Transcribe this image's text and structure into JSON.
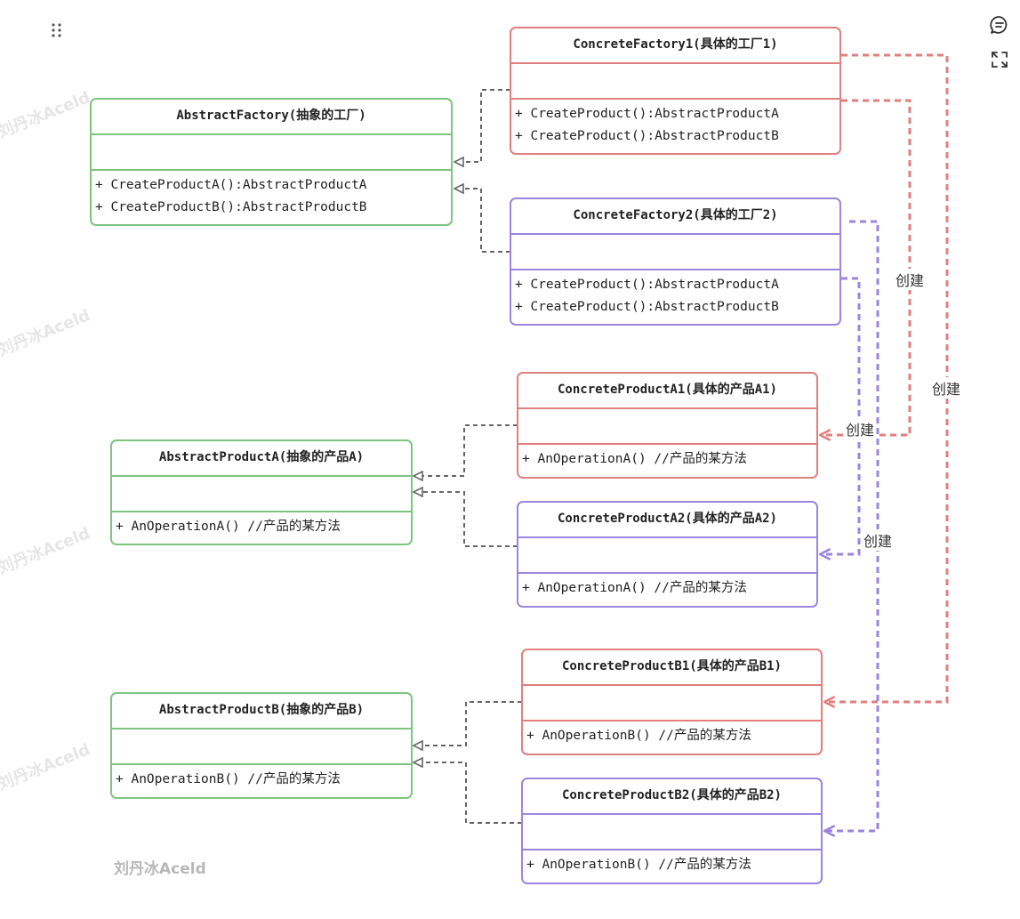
{
  "colors": {
    "abstract": "#7dc47f",
    "factory1": "#e07f7f",
    "factory2": "#9b85df",
    "inherit": "#666666"
  },
  "watermark": "刘丹冰Aceld",
  "signature": "刘丹冰Aceld",
  "toolbar": {
    "drag_icon": "drag-handle-icon",
    "comment_icon": "comment-icon",
    "expand_icon": "expand-icon"
  },
  "classes": {
    "abstract_factory": {
      "name": "AbstractFactory(抽象的工厂)",
      "ops": [
        "+ CreateProductA():AbstractProductA",
        "+ CreateProductB():AbstractProductB"
      ]
    },
    "concrete_factory1": {
      "name": "ConcreteFactory1(具体的工厂1)",
      "ops": [
        "+ CreateProduct():AbstractProductA",
        "+ CreateProduct():AbstractProductB"
      ]
    },
    "concrete_factory2": {
      "name": "ConcreteFactory2(具体的工厂2)",
      "ops": [
        "+ CreateProduct():AbstractProductA",
        "+ CreateProduct():AbstractProductB"
      ]
    },
    "abstract_product_a": {
      "name": "AbstractProductA(抽象的产品A)",
      "ops": [
        "+ AnOperationA() //产品的某方法"
      ]
    },
    "concrete_product_a1": {
      "name": "ConcreteProductA1(具体的产品A1)",
      "ops": [
        "+ AnOperationA() //产品的某方法"
      ]
    },
    "concrete_product_a2": {
      "name": "ConcreteProductA2(具体的产品A2)",
      "ops": [
        "+ AnOperationA() //产品的某方法"
      ]
    },
    "abstract_product_b": {
      "name": "AbstractProductB(抽象的产品B)",
      "ops": [
        "+ AnOperationB() //产品的某方法"
      ]
    },
    "concrete_product_b1": {
      "name": "ConcreteProductB1(具体的产品B1)",
      "ops": [
        "+ AnOperationB() //产品的某方法"
      ]
    },
    "concrete_product_b2": {
      "name": "ConcreteProductB2(具体的产品B2)",
      "ops": [
        "+ AnOperationB() //产品的某方法"
      ]
    }
  },
  "edge_labels": {
    "create": "创建"
  }
}
